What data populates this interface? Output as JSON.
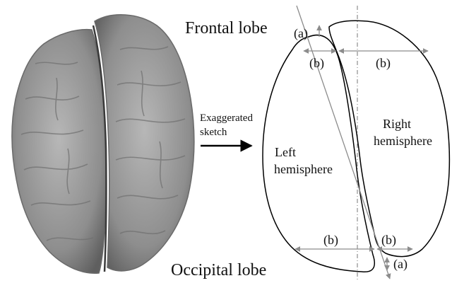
{
  "labels": {
    "frontal_lobe": "Frontal lobe",
    "occipital_lobe": "Occipital lobe",
    "exaggerated_line1": "Exaggerated",
    "exaggerated_line2": "sketch",
    "left_hemisphere_line1": "Left",
    "left_hemisphere_line2": "hemisphere",
    "right_hemisphere_line1": "Right",
    "right_hemisphere_line2": "hemisphere",
    "marker_a": "(a)",
    "marker_b": "(b)"
  },
  "colors": {
    "brain_fill": "#8f8f8f",
    "brain_shadow": "#5a5a5a",
    "outline": "#000000",
    "measure_arrow": "#8c8c8c"
  }
}
